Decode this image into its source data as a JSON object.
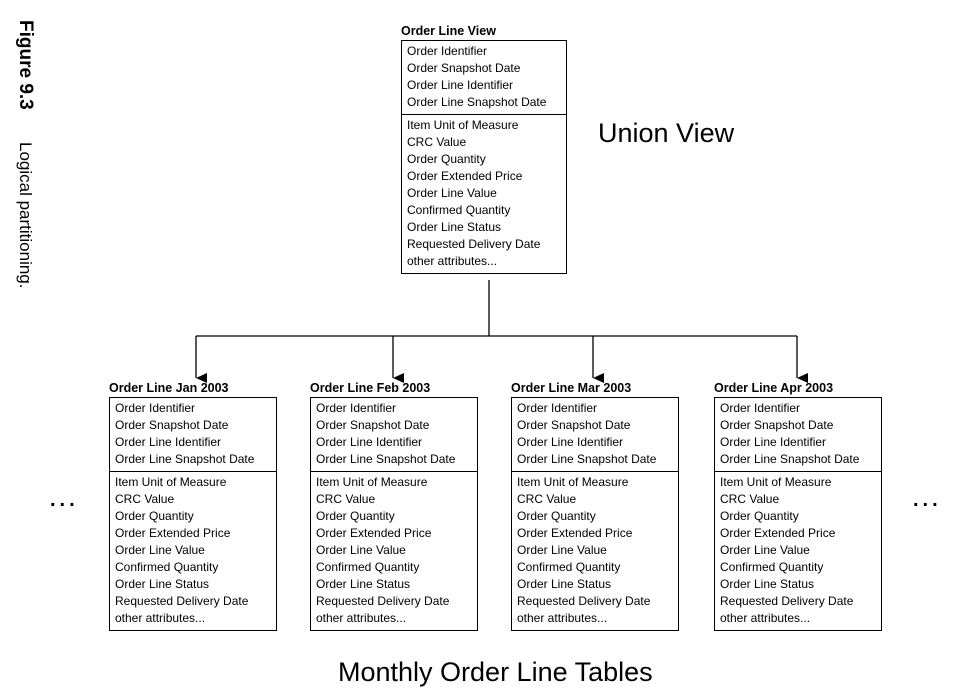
{
  "figure": {
    "label": "Figure 9.3",
    "caption": "Logical partitioning."
  },
  "union_view": {
    "title": "Order Line View",
    "keys": [
      "Order Identifier",
      "Order Snapshot Date",
      "Order Line Identifier",
      "Order Line Snapshot Date"
    ],
    "attributes": [
      "Item Unit of Measure",
      "CRC Value",
      "Order Quantity",
      "Order Extended Price",
      "Order Line Value",
      "Confirmed Quantity",
      "Order Line Status",
      "Requested Delivery Date",
      "other attributes..."
    ]
  },
  "union_label": "Union View",
  "tables": [
    {
      "title": "Order Line Jan 2003",
      "keys": [
        "Order Identifier",
        "Order Snapshot Date",
        "Order Line Identifier",
        "Order Line Snapshot Date"
      ],
      "attributes": [
        "Item Unit of Measure",
        "CRC Value",
        "Order Quantity",
        "Order Extended Price",
        "Order Line Value",
        "Confirmed Quantity",
        "Order Line Status",
        "Requested Delivery Date",
        "other attributes..."
      ]
    },
    {
      "title": "Order Line Feb 2003",
      "keys": [
        "Order Identifier",
        "Order Snapshot Date",
        "Order Line Identifier",
        "Order Line Snapshot Date"
      ],
      "attributes": [
        "Item Unit of Measure",
        "CRC Value",
        "Order Quantity",
        "Order Extended Price",
        "Order Line Value",
        "Confirmed Quantity",
        "Order Line Status",
        "Requested Delivery Date",
        "other attributes..."
      ]
    },
    {
      "title": "Order Line Mar 2003",
      "keys": [
        "Order Identifier",
        "Order Snapshot Date",
        "Order Line Identifier",
        "Order Line Snapshot Date"
      ],
      "attributes": [
        "Item Unit of Measure",
        "CRC Value",
        "Order Quantity",
        "Order Extended Price",
        "Order Line Value",
        "Confirmed Quantity",
        "Order Line Status",
        "Requested Delivery Date",
        "other attributes..."
      ]
    },
    {
      "title": "Order Line Apr 2003",
      "keys": [
        "Order Identifier",
        "Order Snapshot Date",
        "Order Line Identifier",
        "Order Line Snapshot Date"
      ],
      "attributes": [
        "Item Unit of Measure",
        "CRC Value",
        "Order Quantity",
        "Order Extended Price",
        "Order Line Value",
        "Confirmed Quantity",
        "Order Line Status",
        "Requested Delivery Date",
        "other attributes..."
      ]
    }
  ],
  "continuation": "...",
  "tables_label": "Monthly Order Line Tables"
}
